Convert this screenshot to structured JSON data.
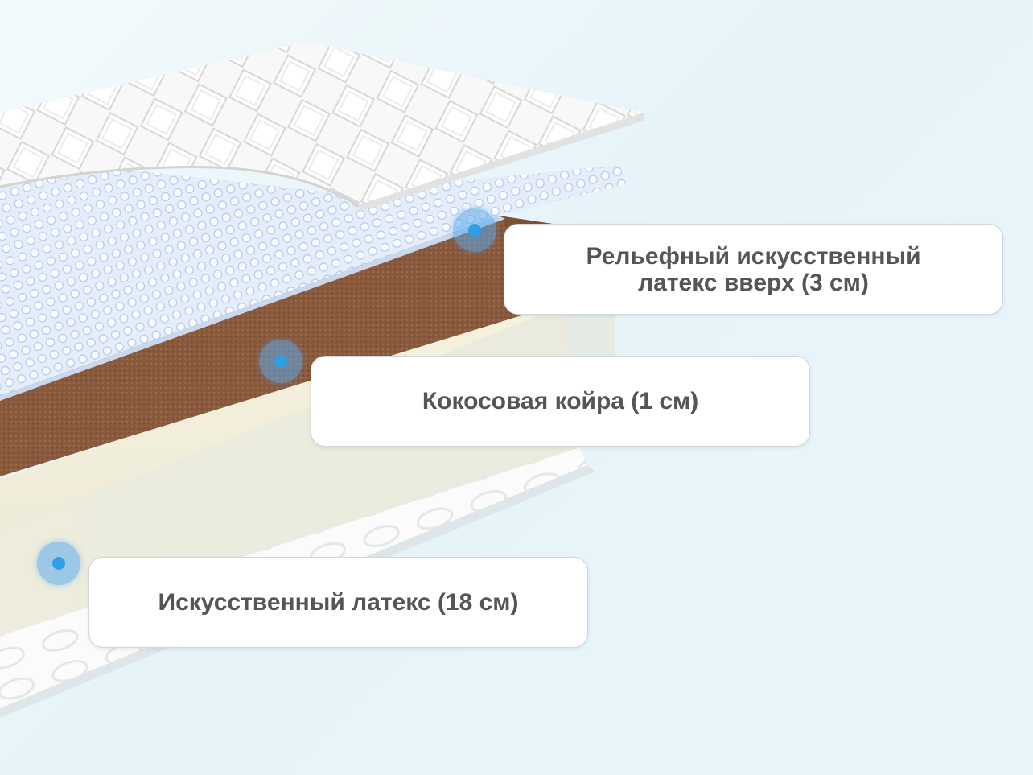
{
  "layers": [
    {
      "label": "Рельефный искусственный\nлатекс вверх (3 см)"
    },
    {
      "label": "Кокосовая койра (1 см)"
    },
    {
      "label": "Искусственный латекс (18 см)"
    }
  ],
  "colors": {
    "hotspot": "#2f9ee8",
    "coir": "#8b5a3c",
    "latex_relief": "#dde9f7",
    "latex_main": "#f4f0dc",
    "quilted_cover": "#f7f7f7",
    "callout_text": "#555555"
  }
}
